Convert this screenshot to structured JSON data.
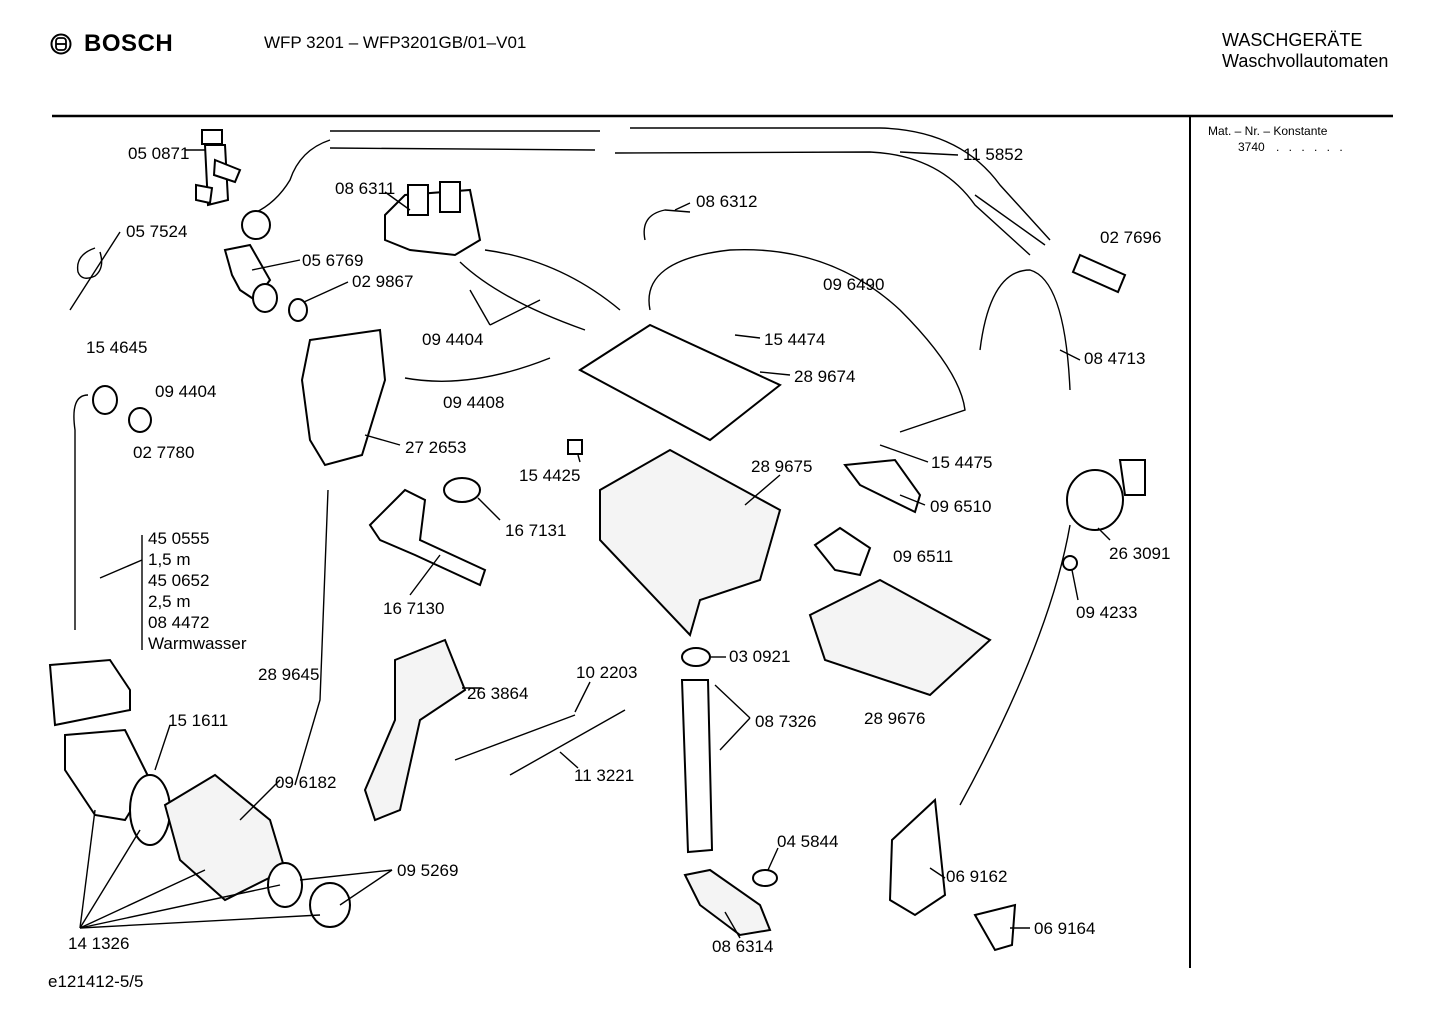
{
  "header": {
    "brand": "BOSCH",
    "model": "WFP 3201 – WFP3201GB/01–V01",
    "category_line1": "WASCHGERÄTE",
    "category_line2": "Waschvollautomaten"
  },
  "side_panel": {
    "label": "Mat. – Nr. – Konstante",
    "value": "3740",
    "dots": ". . . . . ."
  },
  "footer": {
    "drawing_id": "e121412-5/5"
  },
  "parts": [
    "05 0871",
    "05 7524",
    "15 4645",
    "05 6769",
    "02 9867",
    "08 6311",
    "11 5852",
    "08 6312",
    "02 7696",
    "09 6490",
    "09 4404",
    "15 4474",
    "08 4713",
    "09 4404",
    "28 9674",
    "09 4408",
    "02 7780",
    "27 2653",
    "15 4425",
    "28 9675",
    "15 4475",
    "16 7131",
    "09 6510",
    "26 3091",
    "09 6511",
    "09 4233",
    "16 7130",
    "28 9645",
    "10 2203",
    "26 3864",
    "03 0921",
    "28 9676",
    "15 1611",
    "08 7326",
    "11 3221",
    "09 6182",
    "04 5844",
    "09 5269",
    "06 9162",
    "14 1326",
    "08 6314",
    "06 9164"
  ],
  "hose_options": [
    "45 0555",
    "1,5 m",
    "45 0652",
    "2,5 m",
    "08 4472",
    "Warmwasser"
  ]
}
